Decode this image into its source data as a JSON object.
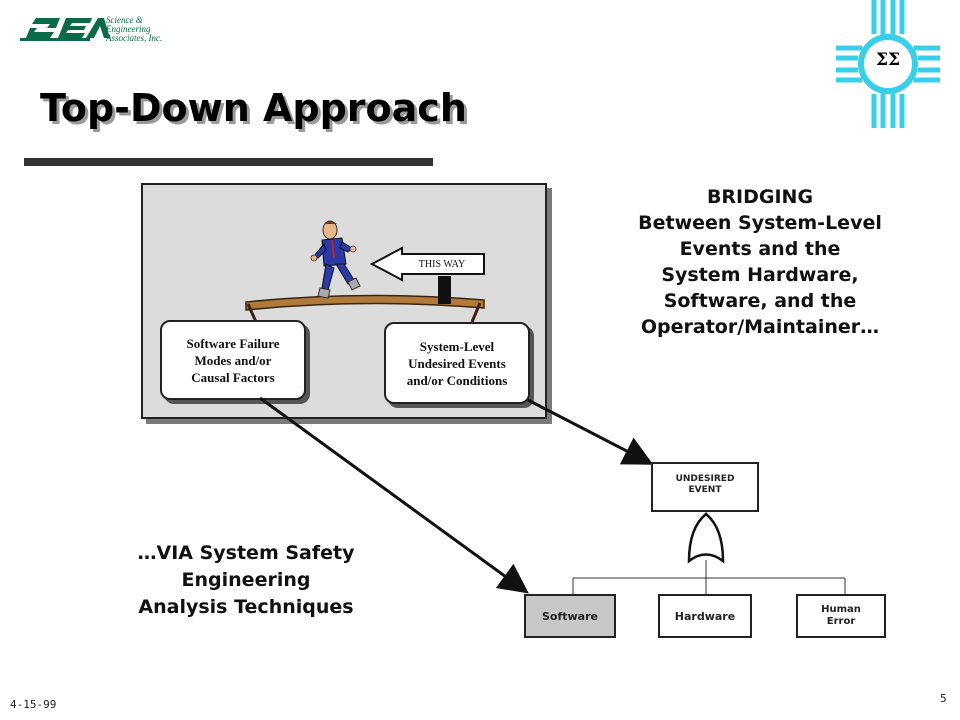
{
  "logo": {
    "mark_text": "SEA",
    "company_lines": [
      "Science &",
      "Engineering",
      "Associates, Inc."
    ],
    "color": "#0b6b48"
  },
  "corner_emblem": {
    "symbol": "ΣΣ",
    "icon": "zia-sun-icon",
    "color": "#38d0e8"
  },
  "title": "Top-Down Approach",
  "panel": {
    "left_box": [
      "Software Failure",
      "Modes and/or",
      "Causal Factors"
    ],
    "right_box": [
      "System-Level",
      "Undesired Events",
      "and/or Conditions"
    ],
    "sign_label": "THIS WAY",
    "figure_icon": "walking-man-icon",
    "bridge_icon": "plank-bridge-icon"
  },
  "bridging_text": [
    "BRIDGING",
    "Between System-Level",
    "Events and the",
    "System Hardware,",
    "Software, and the",
    "Operator/Maintainer…"
  ],
  "via_text": [
    "…VIA System Safety",
    "Engineering",
    "Analysis Techniques"
  ],
  "fault_tree": {
    "top_event": [
      "UNDESIRED",
      "EVENT"
    ],
    "gate_icon": "or-gate-icon",
    "children": [
      {
        "label": "Software",
        "highlight": true
      },
      {
        "label": "Hardware",
        "highlight": false
      },
      {
        "label_lines": [
          "Human",
          "Error"
        ],
        "highlight": false
      }
    ],
    "highlight_color": "#c8c8c8"
  },
  "footer": {
    "date": "4-15-99",
    "page_number": "5"
  }
}
